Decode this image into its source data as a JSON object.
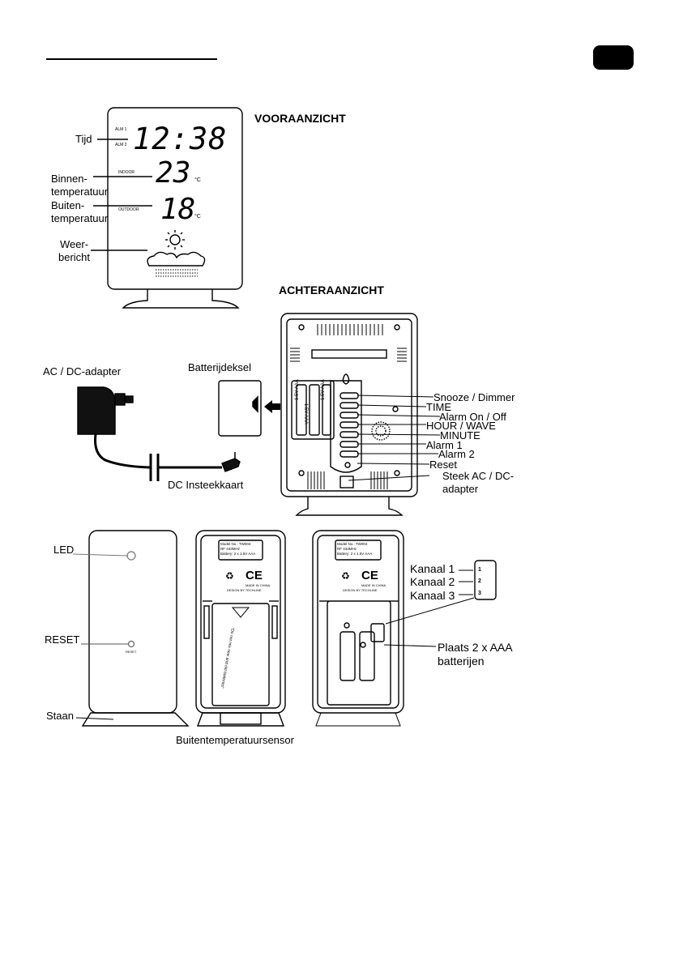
{
  "front": {
    "title": "VOORAANZICHT",
    "labels": {
      "time": "Tijd",
      "indoor": "Binnen-\ntemperatuur",
      "outdoor": "Buiten-\ntemperatuur",
      "forecast": "Weer-\nbericht"
    },
    "display": {
      "alm1": "ALM 1",
      "alm2": "ALM 2",
      "time": "12:38",
      "indoor_tag": "INDOOR",
      "outdoor_tag": "OUTDOOR",
      "indoor_temp": "23",
      "outdoor_temp": "18",
      "unit": "°C"
    }
  },
  "back": {
    "title": "ACHTERAANZICHT",
    "adapter_label": "AC / DC-adapter",
    "battery_cover_label": "Batterijdeksel",
    "plug_label": "DC Insteekkaart",
    "battery_text": "1.5V AAA",
    "controls": [
      "Snooze / Dimmer",
      "TIME",
      "Alarm On / Off",
      "HOUR / WAVE",
      "MINUTE",
      "Alarm 1",
      "Alarm 2",
      "Reset",
      "Steek AC / DC-\nadapter"
    ]
  },
  "sensor": {
    "caption": "Buitentemperatuursensor",
    "labels": {
      "led": "LED",
      "reset": "RESET",
      "stand": "Staan"
    },
    "reset_tag": "RESET",
    "plate": "Model No.: TW004\nRF 433MHz\nBattery: 2 x 1.5V AAA",
    "made_in": "MADE IN CHINA",
    "design_by": "DESIGN BY TECHLINE",
    "cover_note": "\"Do not mix new and old batteries\"",
    "channels": [
      "Kanaal 1",
      "Kanaal 2",
      "Kanaal 3"
    ],
    "channel_numbers": [
      "1",
      "2",
      "3"
    ],
    "battery_note": "Plaats 2 x AAA\nbatterijen"
  }
}
